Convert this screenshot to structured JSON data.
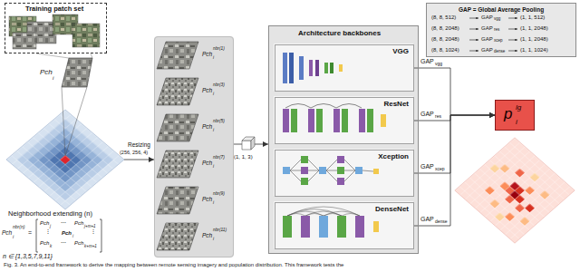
{
  "diagram": {
    "caption": "Fig. 3. An end-to-end framework to derive the mapping between remote sensing imagery and population distribution. This framework tests the",
    "nodes": [
      {
        "text": [
          "Training patch set"
        ]
      },
      {
        "text": [
          "Neighborhood extending (n)"
        ]
      },
      {
        "text": [
          "Pch",
          "i",
          "nbr(1)",
          "Pch",
          "i",
          "nbr(3)",
          "Pch",
          "i",
          "nbr(5)",
          "Pch",
          "i",
          "nbr(7)",
          "Pch",
          "i",
          "nbr(9)",
          "Pch",
          "i",
          "nbr(11)"
        ]
      },
      {
        "text": [
          "Architecture backbones"
        ]
      },
      {
        "text": [
          "VGG"
        ],
        "in": 3
      },
      {
        "text": [
          "ResNet"
        ],
        "in": 3
      },
      {
        "text": [
          "Xception"
        ],
        "in": 3
      },
      {
        "text": [
          "DenseNet"
        ],
        "in": 3
      },
      {
        "text": [
          "GAP = Global Average Pooling"
        ]
      },
      {
        "text": [
          "p",
          "lg",
          "i"
        ]
      }
    ],
    "edges": [
      {
        "from": 1,
        "to": 2,
        "arrow": "to",
        "label": "Resizing"
      },
      {
        "from": 2,
        "to": 3,
        "arrow": "to"
      },
      {
        "from": 4,
        "to": 9,
        "arrow": "to"
      },
      {
        "from": 5,
        "to": 9,
        "arrow": "to"
      },
      {
        "from": 6,
        "to": 9,
        "arrow": "to"
      },
      {
        "from": 7,
        "to": 9,
        "arrow": "to"
      }
    ],
    "labels": [
      "Pch",
      "i",
      "Pch",
      "i",
      "nbr(n)",
      "=",
      "Pch",
      "j",
      "⋯",
      "Pch",
      "j+m+1",
      "⋮",
      "Pch",
      "i",
      "⋮",
      "Pch",
      "k",
      "⋯",
      "Pch",
      "k+m+1",
      "n ∈ {1,3,5,7,9,11}",
      "(256, 256, 4)",
      "(1, 1, 3)",
      "GAP",
      "vgg",
      "GAP",
      "res",
      "GAP",
      "xcep",
      "GAP",
      "dense",
      "(8, 8, 512)",
      "GAP",
      "vgg",
      "(1, 1, 512)",
      "(8, 8, 2048)",
      "GAP",
      "res",
      "(1, 1, 2048)",
      "(8, 8, 2048)",
      "GAP",
      "xcep",
      "(1, 1, 2048)",
      "(8, 8, 1024)",
      "GAP",
      "dense",
      "(1, 1, 1024)"
    ]
  }
}
